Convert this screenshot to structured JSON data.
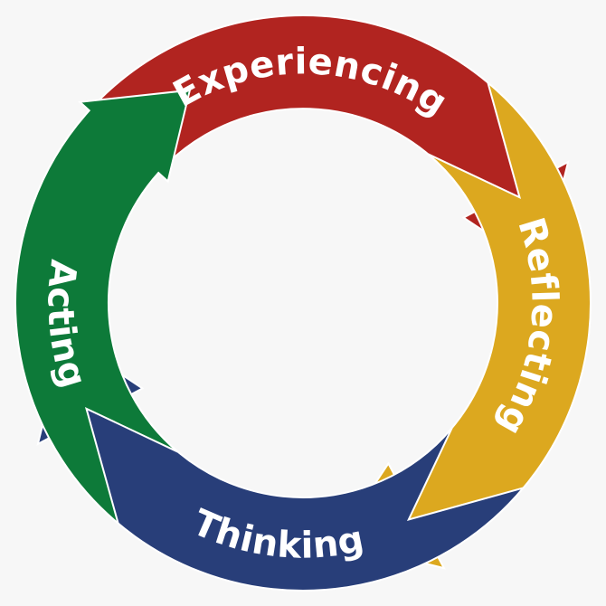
{
  "diagram": {
    "stages": [
      {
        "label": "Experiencing",
        "color": "#b12420"
      },
      {
        "label": "Reflecting",
        "color": "#dca81f"
      },
      {
        "label": "Thinking",
        "color": "#283e79"
      },
      {
        "label": "Acting",
        "color": "#0d7a39"
      }
    ]
  }
}
